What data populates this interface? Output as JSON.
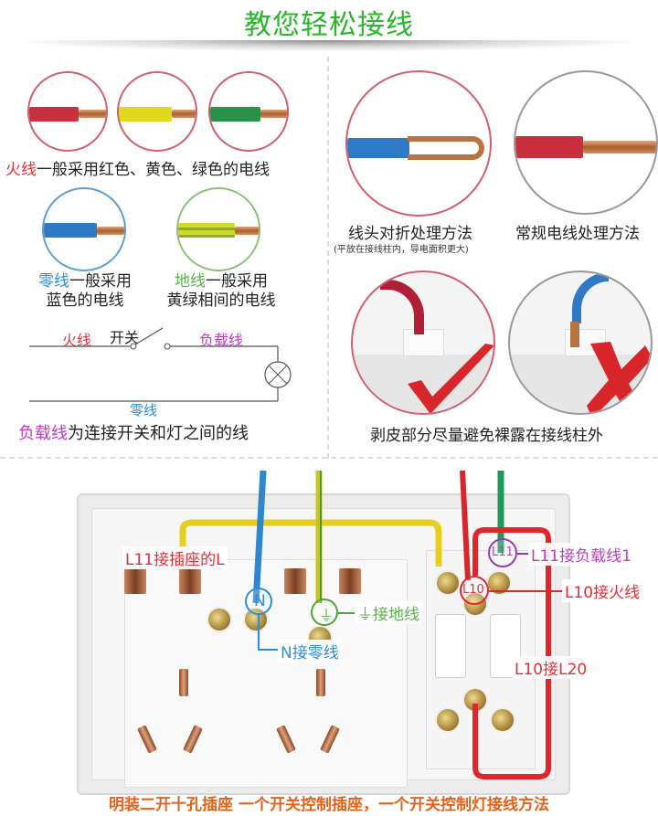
{
  "header": {
    "title": "教您轻松接线"
  },
  "wire_colors": {
    "live": {
      "keyword": "火线",
      "text": "一般采用红色、黄色、绿色的电线",
      "samples": [
        "#c8303e",
        "#e2d81e",
        "#2a9148"
      ]
    },
    "neutral": {
      "keyword": "零线",
      "line1": "一般采用",
      "line2": "蓝色的电线",
      "sample": "#2f78c4"
    },
    "ground": {
      "keyword": "地线",
      "line1": "一般采用",
      "line2": "黄绿相间的电线",
      "sample": "#c9d22e"
    }
  },
  "circuit": {
    "live_label": "火线",
    "switch_label": "开关",
    "load_label": "负载线",
    "neutral_label": "零线",
    "caption_keyword": "负载线",
    "caption_text": "为连接开关和灯之间的线"
  },
  "wire_ends": {
    "folded": {
      "title": "线头对折处理方法",
      "note": "(平放在接线柱内，导电面积更大)"
    },
    "regular": {
      "title": "常规电线处理方法"
    }
  },
  "stripping": {
    "correct_icon": "check-mark",
    "wrong_icon": "cross-mark",
    "caption": "剥皮部分尽量避免裸露在接线柱外"
  },
  "panel": {
    "labels": {
      "l11_socket": "L11接插座的L",
      "n_neutral": "N接零线",
      "ground": "接地线",
      "ground_symbol": "⏚",
      "l11_load": "L11接负载线1",
      "l10_live": "L10接火线",
      "l10_l20": "L10接L20",
      "callout_n": "N",
      "callout_l11": "L11",
      "callout_l10": "L10"
    }
  },
  "footer": {
    "caption": "明装二开十孔插座  一个开关控制插座，一个开关控制灯接线方法"
  },
  "colors": {
    "title": "#27b727",
    "live": "#e0313a",
    "neutral": "#2a8fd8",
    "ground": "#5ab04a",
    "load": "#c23cc2",
    "footer": "#e4621a"
  }
}
